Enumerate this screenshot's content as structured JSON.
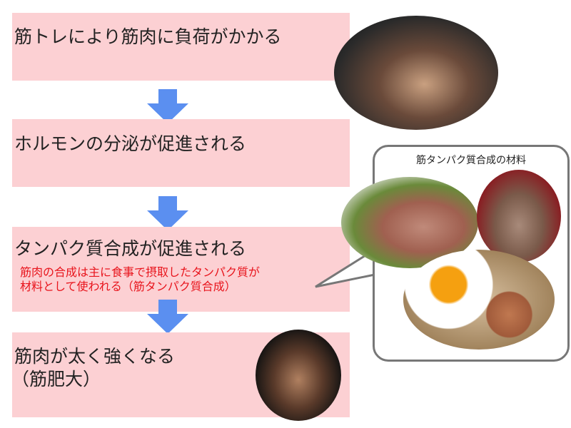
{
  "steps": [
    {
      "text": "筋トレにより筋肉に負荷がかかる"
    },
    {
      "text": "ホルモンの分泌が促進される"
    },
    {
      "text": "タンパク質合成が促進される",
      "note_line1": "筋肉の合成は主に食事で摂取したタンパク質が",
      "note_line2": "材料として使われる（筋タンパク質合成）"
    },
    {
      "text_line1": "筋肉が太く強くなる",
      "text_line2": "（筋肥大）"
    }
  ],
  "callout": {
    "title": "筋タンパク質合成の材料"
  },
  "colors": {
    "box": "#fcd0d3",
    "arrow": "#5b8ff0",
    "note": "#e8141c"
  }
}
